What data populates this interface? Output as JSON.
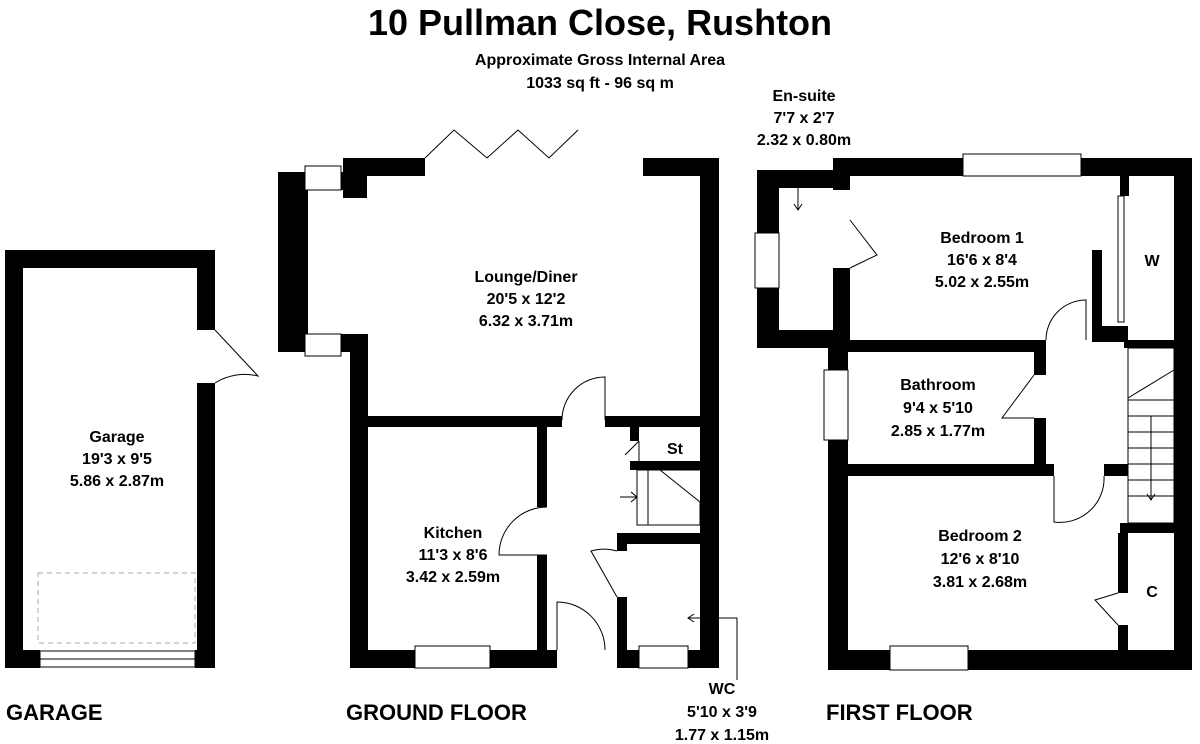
{
  "header": {
    "title": "10 Pullman Close, Rushton",
    "subtitle": "Approximate Gross Internal Area",
    "area": "1033 sq ft - 96 sq m"
  },
  "floors": {
    "garage": "GARAGE",
    "ground": "GROUND FLOOR",
    "first": "FIRST FLOOR"
  },
  "rooms": {
    "garage": {
      "name": "Garage",
      "imperial": "19'3 x 9'5",
      "metric": "5.86 x 2.87m"
    },
    "lounge": {
      "name": "Lounge/Diner",
      "imperial": "20'5 x 12'2",
      "metric": "6.32 x 3.71m"
    },
    "kitchen": {
      "name": "Kitchen",
      "imperial": "11'3 x 8'6",
      "metric": "3.42 x 2.59m"
    },
    "store": {
      "name": "St"
    },
    "wc": {
      "name": "WC",
      "imperial": "5'10 x 3'9",
      "metric": "1.77 x 1.15m"
    },
    "ensuite": {
      "name": "En-suite",
      "imperial": "7'7 x 2'7",
      "metric": "2.32 x 0.80m"
    },
    "bedroom1": {
      "name": "Bedroom 1",
      "imperial": "16'6 x 8'4",
      "metric": "5.02 x 2.55m"
    },
    "wardrobe": {
      "name": "W"
    },
    "bathroom": {
      "name": "Bathroom",
      "imperial": "9'4 x 5'10",
      "metric": "2.85 x 1.77m"
    },
    "bedroom2": {
      "name": "Bedroom 2",
      "imperial": "12'6 x 8'10",
      "metric": "3.81 x 2.68m"
    },
    "cupboard": {
      "name": "C"
    }
  }
}
